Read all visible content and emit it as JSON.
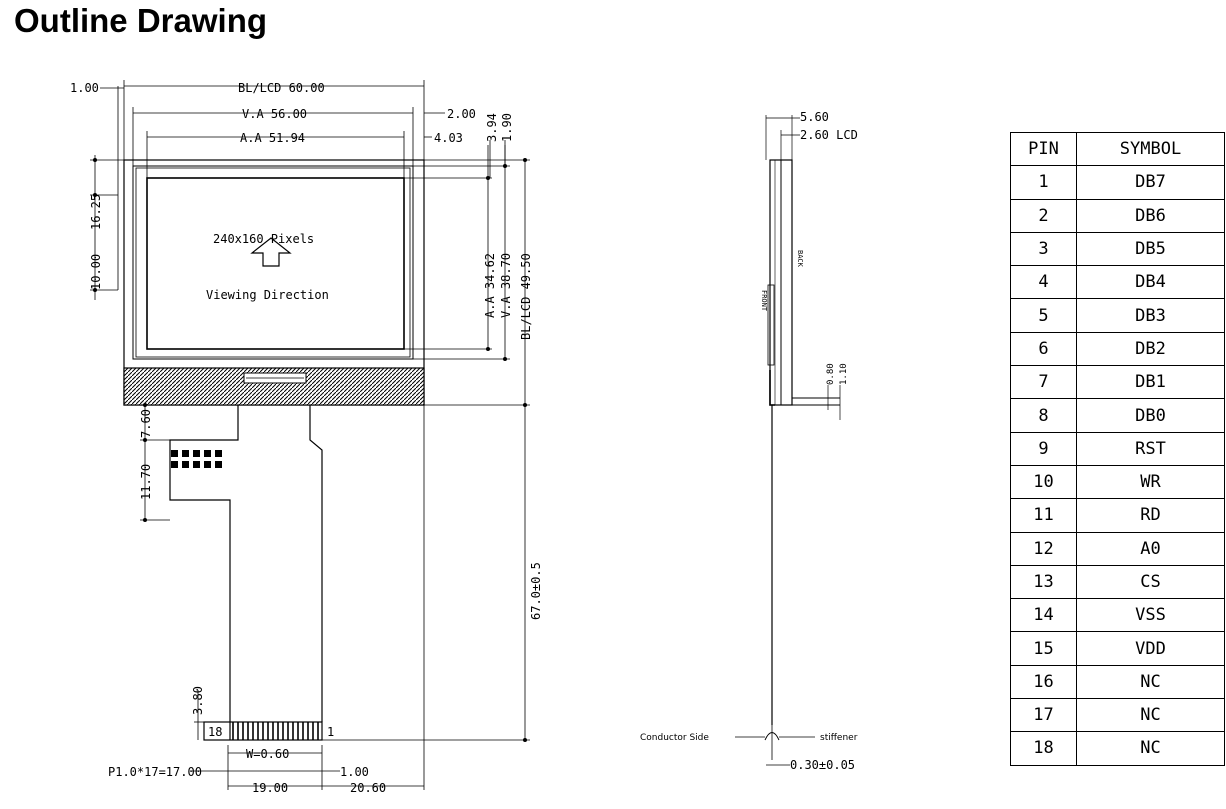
{
  "title": "Outline Drawing",
  "front_view": {
    "dims": {
      "bl_lcd_width": "BL/LCD 60.00",
      "va_width": "V.A 56.00",
      "aa_width": "A.A 51.94",
      "left_margin": "1.00",
      "right_va": "2.00",
      "right_aa": "4.03",
      "top_aa": "3.94",
      "top_va": "1.90",
      "aa_height": "A.A 34.62",
      "va_height": "V.A 38.70",
      "bl_lcd_height": "BL/LCD 49.50",
      "left_16": "16.25",
      "left_10": "10.00",
      "fpc_7": "7.60",
      "fpc_11": "11.70",
      "fpc_len": "67.0±0.5",
      "pad_h": "3.80",
      "pad_w": "W=0.60",
      "pitch": "P1.0*17=17.00",
      "pos_1": "1.00",
      "w19": "19.00",
      "w20": "20.60"
    },
    "pixels": "240x160 Pixels",
    "viewing": "Viewing Direction",
    "pin_first": "18",
    "pin_last": "1"
  },
  "side_view": {
    "total_thk": "5.60",
    "lcd_thk": "2.60 LCD",
    "front": "FRONT",
    "back": "BACK",
    "d080": "0.80",
    "d110": "1.10",
    "conductor": "Conductor Side",
    "stiffener": "stiffener",
    "thk": "0.30±0.05"
  },
  "pin_table": {
    "headers": [
      "PIN",
      "SYMBOL"
    ],
    "rows": [
      [
        "1",
        "DB7"
      ],
      [
        "2",
        "DB6"
      ],
      [
        "3",
        "DB5"
      ],
      [
        "4",
        "DB4"
      ],
      [
        "5",
        "DB3"
      ],
      [
        "6",
        "DB2"
      ],
      [
        "7",
        "DB1"
      ],
      [
        "8",
        "DB0"
      ],
      [
        "9",
        "RST"
      ],
      [
        "10",
        "WR"
      ],
      [
        "11",
        "RD"
      ],
      [
        "12",
        "A0"
      ],
      [
        "13",
        "CS"
      ],
      [
        "14",
        "VSS"
      ],
      [
        "15",
        "VDD"
      ],
      [
        "16",
        "NC"
      ],
      [
        "17",
        "NC"
      ],
      [
        "18",
        "NC"
      ]
    ]
  }
}
